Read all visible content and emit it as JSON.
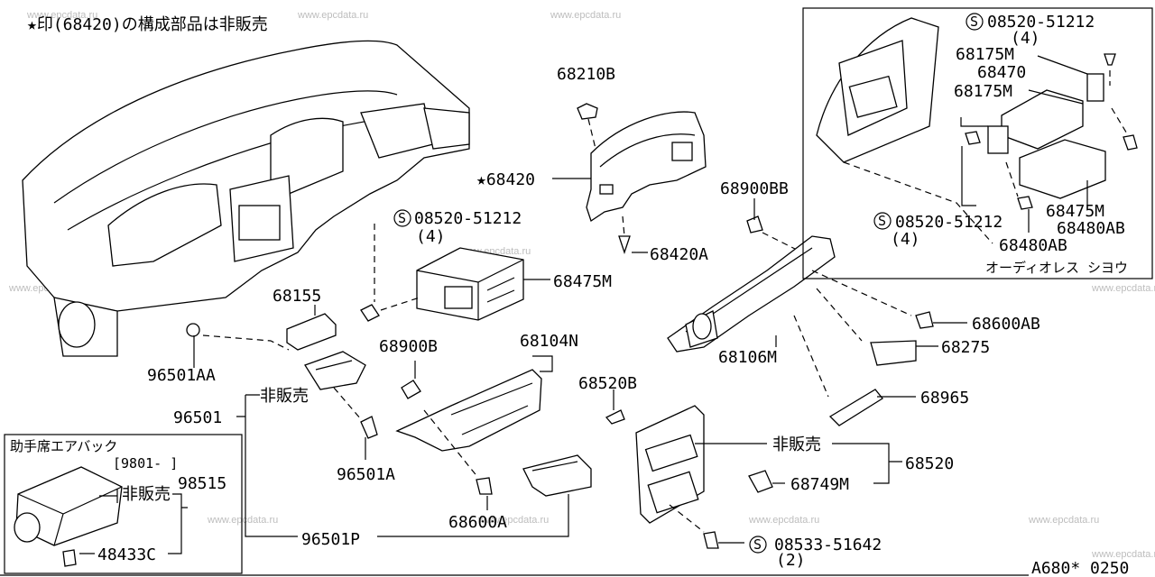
{
  "header_note": "★印(68420)の構成部品は非販売",
  "watermark": "www.epcdata.ru",
  "footer_code": "A680* 0250",
  "callouts": {
    "p68210B": "68210B",
    "p68420": "★68420",
    "s08520a": "08520-51212",
    "s08520a_qty": "(4)",
    "p68475M_main": "68475M",
    "p68420A": "68420A",
    "p68155": "68155",
    "p96501AA": "96501AA",
    "hihanbai_96501": "非販売",
    "p96501": "96501",
    "p68900B": "68900B",
    "p68104N": "68104N",
    "p96501A": "96501A",
    "p68600A": "68600A",
    "p96501P": "96501P",
    "p68520B": "68520B",
    "hihanbai_68520": "非販売",
    "p68520": "68520",
    "p68749M": "68749M",
    "s08533": "08533-51642",
    "s08533_qty": "(2)",
    "p68900BB": "68900BB",
    "p68106M": "68106M",
    "p68600AB": "68600AB",
    "p68275": "68275",
    "p68965": "68965"
  },
  "inset_audio": {
    "s08520_top": "08520-51212",
    "s08520_top_qty": "(4)",
    "p68175M_a": "68175M",
    "p68470": "68470",
    "p68175M_b": "68175M",
    "s08520_bottom": "08520-51212",
    "s08520_bottom_qty": "(4)",
    "p68475M": "68475M",
    "p68480AB_a": "68480AB",
    "p68480AB_b": "68480AB",
    "caption": "オーディオレス シヨウ"
  },
  "inset_airbag": {
    "title": "助手席エアバック",
    "date_range": "[9801-     ]",
    "p98515": "98515",
    "hihanbai": "非販売",
    "p48433C": "48433C"
  },
  "symbols": {
    "screw_mark": "S"
  }
}
